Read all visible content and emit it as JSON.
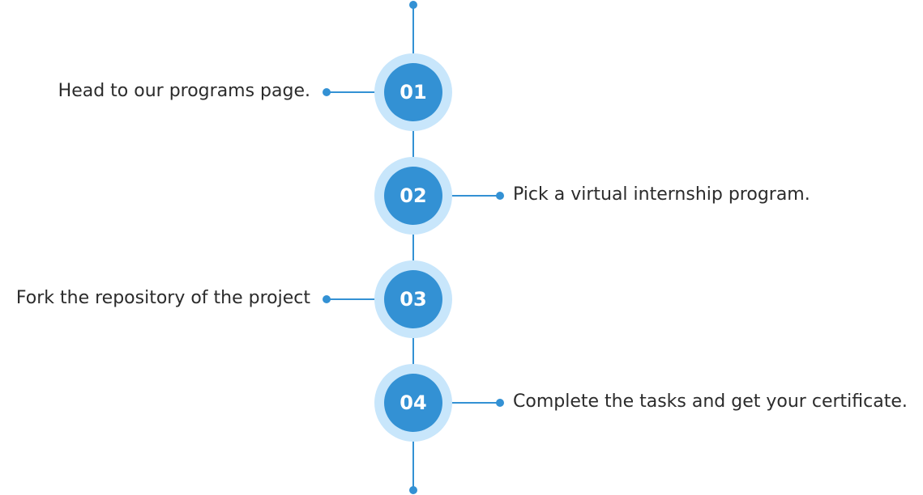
{
  "colors": {
    "line": "#3391d4",
    "circle": "#3391d4",
    "halo": "#c8e6fb",
    "text": "#2b2b2b"
  },
  "steps": [
    {
      "number": "01",
      "text": "Head to our programs page.",
      "side": "left"
    },
    {
      "number": "02",
      "text": "Pick a virtual internship program.",
      "side": "right"
    },
    {
      "number": "03",
      "text": "Fork the repository of the project",
      "side": "left"
    },
    {
      "number": "04",
      "text": "Complete the tasks and get your certificate.",
      "side": "right"
    }
  ]
}
